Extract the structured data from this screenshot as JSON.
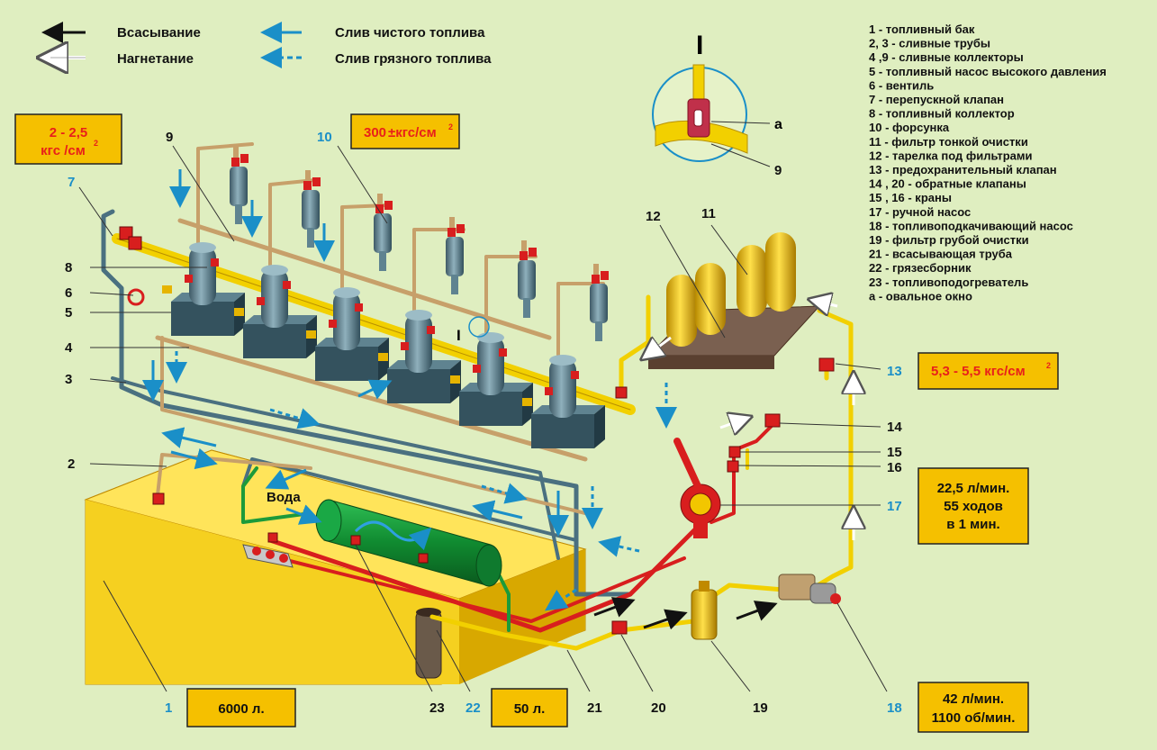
{
  "legend": {
    "suction": "Всасывание",
    "injection": "Нагнетание",
    "clean_drain": "Слив   чистого   топлива",
    "dirty_drain": "Слив грязного   топлива"
  },
  "captions": [
    "1 - топливный   бак",
    "2, 3 - сливные   трубы",
    "4 ,9 - сливные   коллекторы",
    "5 - топливный  насос  высокого   давления",
    "6 - вентиль",
    "7 - перепускной  клапан",
    "8 - топливный  коллектор",
    "10 - форсунка",
    "11 - фильтр  тонкой  очистки",
    "12 - тарелка  под  фильтрами",
    "13 - предохранительный   клапан",
    "14 , 20 - обратные   клапаны",
    "15 , 16 - краны",
    "17 - ручной   насос",
    "18 - топливоподкачивающий   насос",
    "19 - фильтр   грубой   очистки",
    "21 - всасывающая  труба",
    "22 - грязесборник",
    "23 - топливоподогреватель",
    "а - овальное   окно"
  ],
  "detail": {
    "roman": "I",
    "letter": "а",
    "part": "9",
    "marker": "I"
  },
  "water": "Вода",
  "boxes": {
    "low_pressure": "2 - 2,5",
    "low_pressure_unit": "кгс /см",
    "low_pressure_sup": "2",
    "injector_pressure": "300",
    "injector_pressure_unit": "±кгс/см",
    "injector_pressure_sup": "2",
    "safety_pressure": "5,3 - 5,5 кгс/см",
    "safety_pressure_sup": "2",
    "hand_pump_line1": "22,5 л/мин.",
    "hand_pump_line2": "55 ходов",
    "hand_pump_line3": "в 1 мин.",
    "tank": "6000 л.",
    "sump": "50 л.",
    "feed_pump_line1": "42 л/мин.",
    "feed_pump_line2": "1100 об/мин."
  },
  "numbers": {
    "n1": "1",
    "n2": "2",
    "n3": "3",
    "n4": "4",
    "n5": "5",
    "n6": "6",
    "n7": "7",
    "n8": "8",
    "n9": "9",
    "n10": "10",
    "n11": "11",
    "n12": "12",
    "n13": "13",
    "n14": "14",
    "n15": "15",
    "n16": "16",
    "n17": "17",
    "n18": "18",
    "n19": "19",
    "n20": "20",
    "n21": "21",
    "n22": "22",
    "n23": "23"
  },
  "colors": {
    "background": "#dfeec0",
    "box_fill": "#f5c000",
    "fuel_yellow": "#f2d000",
    "return_tan": "#c7a06a",
    "suction_red": "#d81e1e",
    "drain_blue": "#2596cc",
    "pipe_grey": "#4a7080",
    "heater_green": "#1c9a3a"
  }
}
